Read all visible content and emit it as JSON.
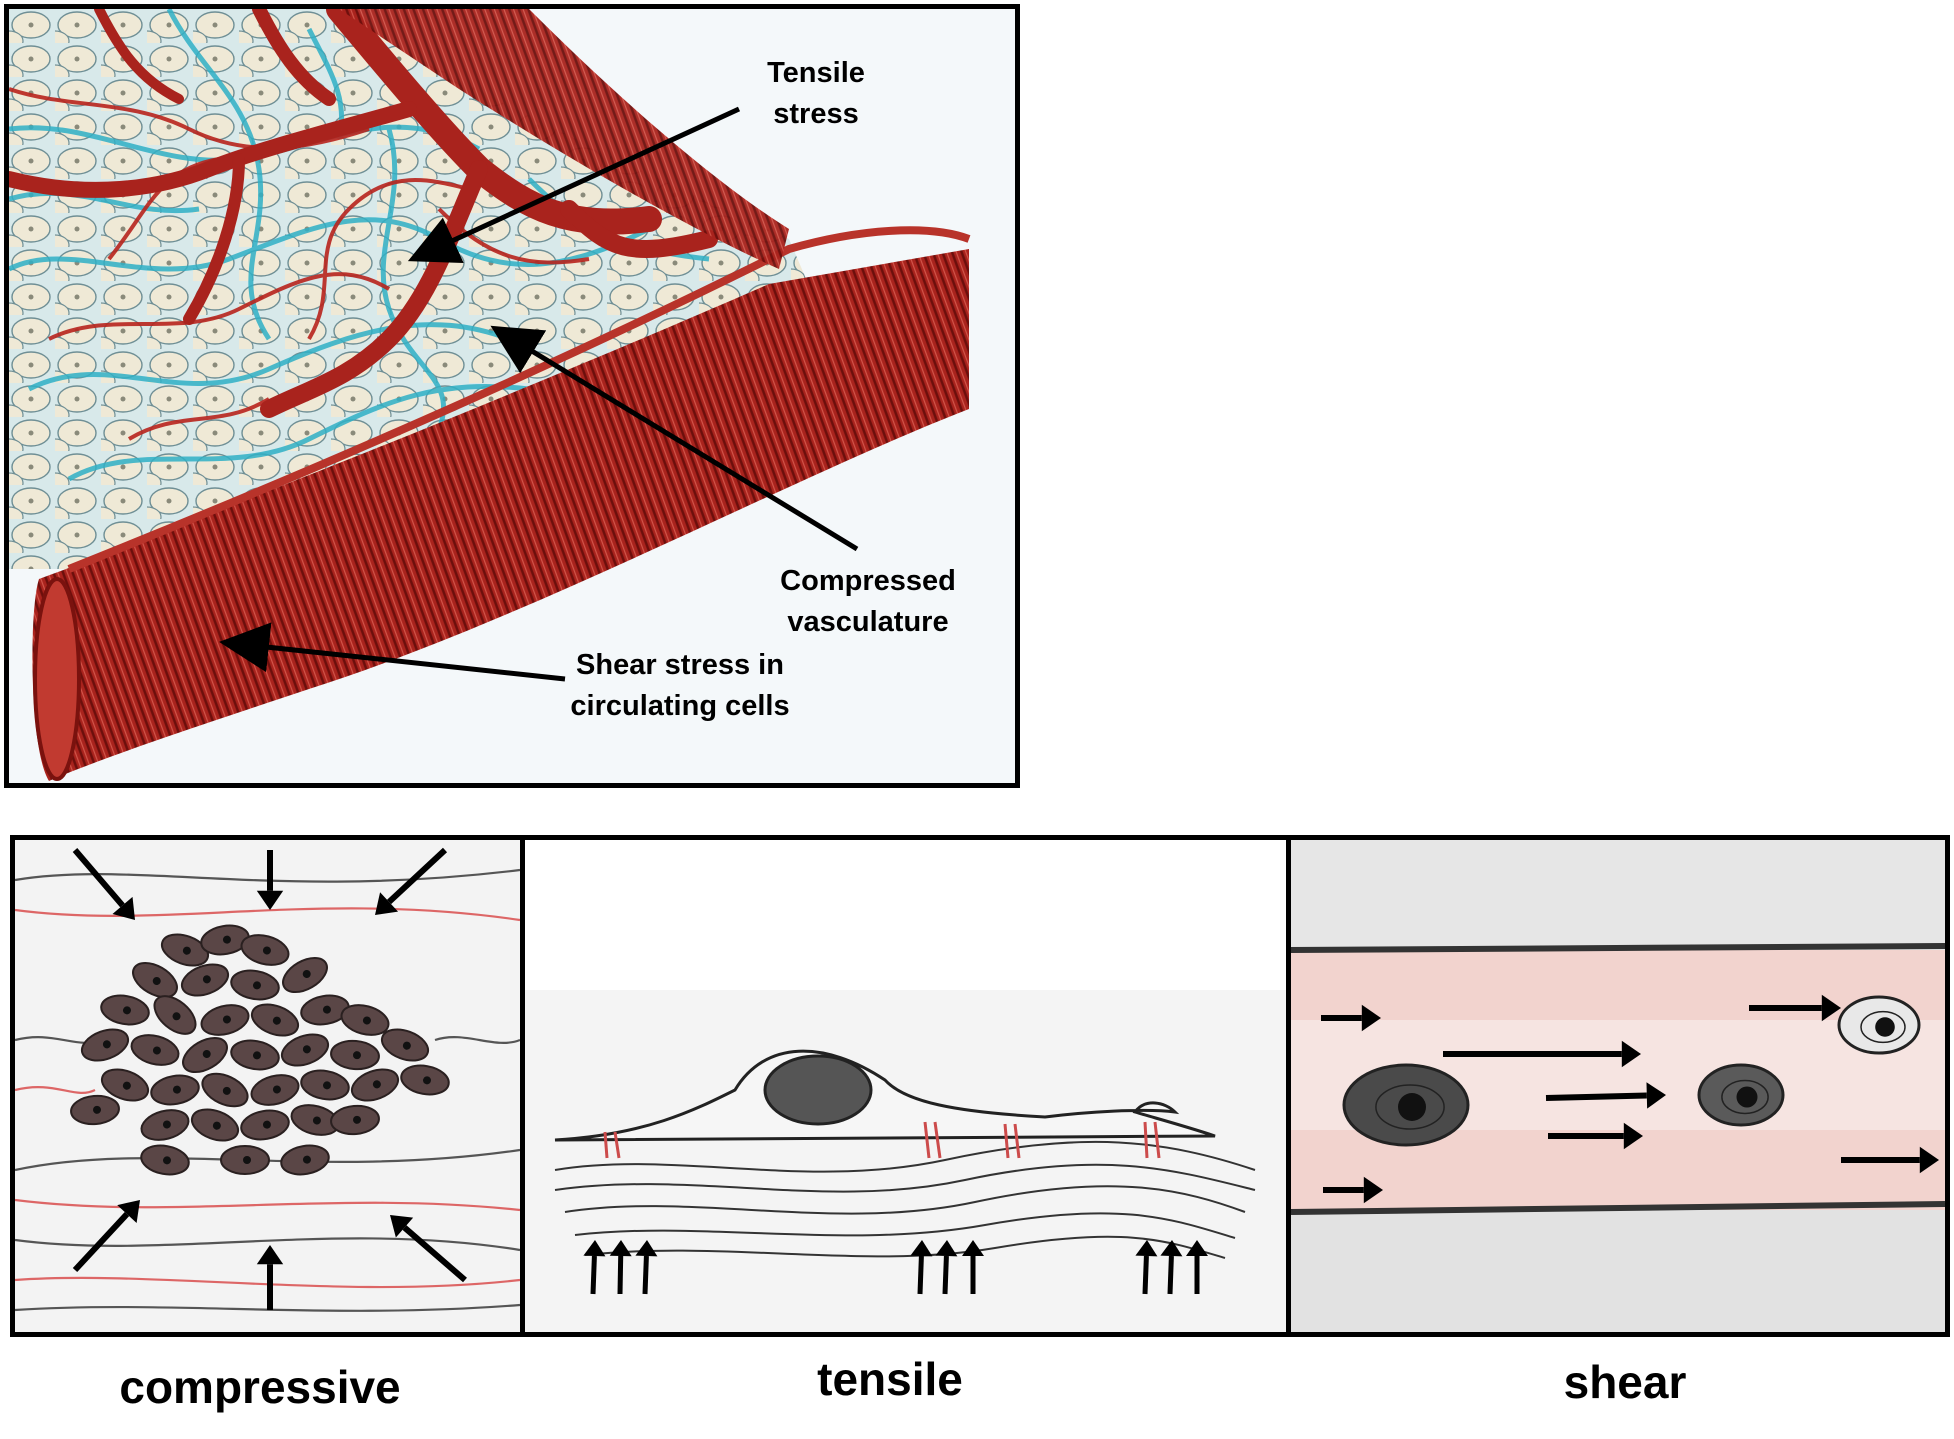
{
  "top_panel": {
    "labels": {
      "tensile_stress": "Tensile\nstress",
      "compressed_vasculature": "Compressed\nvasculature",
      "shear_stress": "Shear stress in\ncirculating cells"
    }
  },
  "bottom_panels": {
    "compressive": "compressive",
    "tensile": "tensile",
    "shear": "shear"
  },
  "colors": {
    "vessel_red": "#a3201c",
    "tissue_cyan": "#33b3c8",
    "arrow": "#000000",
    "cell_dark": "#4a3a3a"
  }
}
